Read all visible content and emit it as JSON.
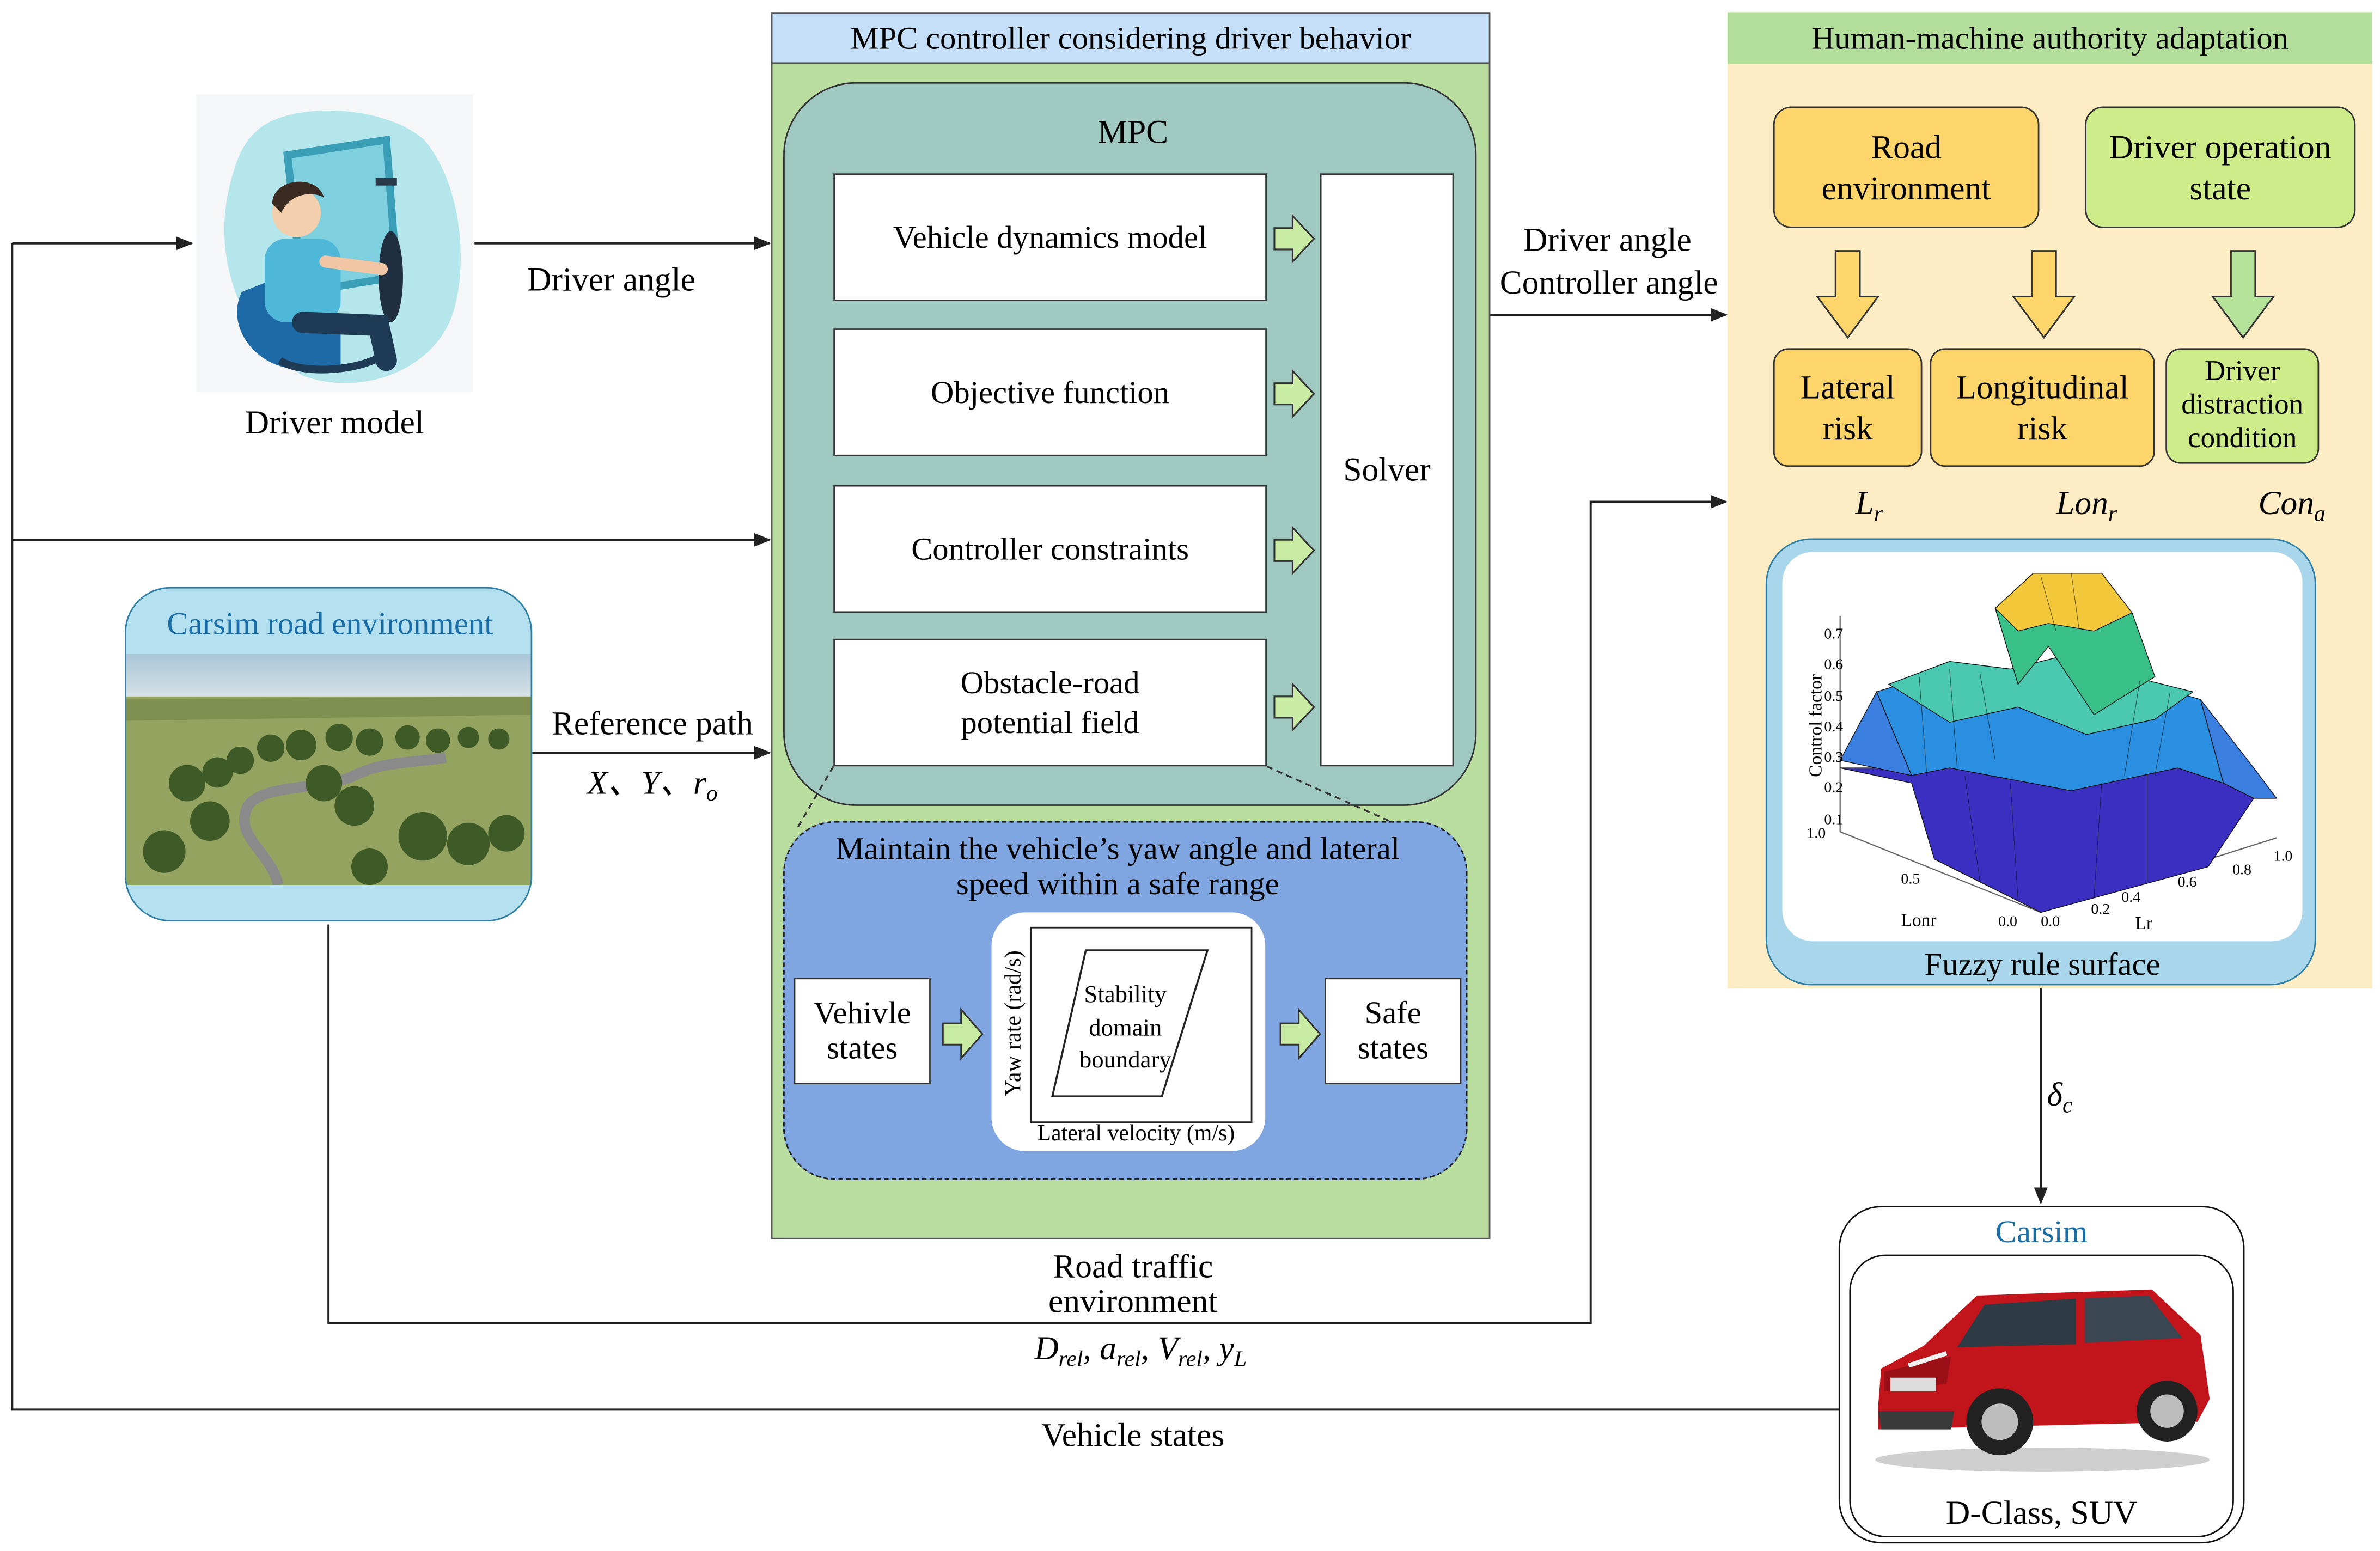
{
  "driver_model": {
    "label": "Driver model",
    "icon": "driver-at-wheel-icon"
  },
  "arrows": {
    "driver_angle": "Driver angle",
    "driver_angle_out": "Driver angle",
    "controller_angle": "Controller angle",
    "reference_path": "Reference path",
    "reference_vars": [
      "X",
      "Y",
      "r",
      "o"
    ],
    "road_traffic": "Road traffic environment",
    "road_traffic_vars": [
      "D",
      "rel",
      "a",
      "rel",
      "V",
      "rel",
      "y",
      "L"
    ],
    "vehicle_states": "Vehicle states",
    "delta": [
      "δ",
      "c"
    ]
  },
  "carsim_road": {
    "title": "Carsim road environment",
    "image": "winding-road-landscape-image"
  },
  "mpc_panel": {
    "title": "MPC controller considering driver behavior",
    "mpc_label": "MPC",
    "blocks": [
      "Vehicle dynamics model",
      "Objective function",
      "Controller constraints",
      "Obstacle-road potential field"
    ],
    "solver": "Solver",
    "stability": {
      "heading": "Maintain the vehicle’s yaw angle and lateral speed within a safe range",
      "input": "Vehivle states",
      "domain": "Stability domain boundary",
      "yaxis": "Yaw rate (rad/s)",
      "xaxis": "Lateral velocity (m/s)",
      "output": "Safe states"
    }
  },
  "authority_panel": {
    "title": "Human-machine authority adaptation",
    "road_env": "Road environment",
    "driver_state": "Driver operation state",
    "lateral": "Lateral risk",
    "longitudinal": "Longitudinal risk",
    "distraction": "Driver distraction condition",
    "lr": [
      "L",
      "r"
    ],
    "lonr": [
      "Lon",
      "r"
    ],
    "cona": [
      "Con",
      "a"
    ],
    "fuzzy_title": "Fuzzy rule surface",
    "fuzzy_axes": {
      "z_label": "Control factor",
      "z_ticks": [
        "0.7",
        "0.6",
        "0.5",
        "0.4",
        "0.3",
        "0.2",
        "0.1"
      ],
      "lonr_label": "Lonr",
      "lonr_ticks": [
        "1.0",
        "0.5",
        "0.0"
      ],
      "lr_label": "Lr",
      "lr_ticks": [
        "0.0",
        "0.2",
        "0.4",
        "0.6",
        "0.8",
        "1.0"
      ]
    }
  },
  "carsim": {
    "title": "Carsim",
    "caption": "D-Class, SUV",
    "image": "red-suv-image"
  },
  "colors": {
    "mpc_green": "#b9dea0",
    "mpc_teal": "#9ec8c0",
    "stability_blue": "#80a6e2",
    "title_blue": "#c6dff9",
    "authority_bg": "#fdecc4",
    "authority_header": "#b2dd9a",
    "yellow_box": "#fdd56a",
    "green_box": "#cfec8a",
    "fuzzy_border": "#a9d6ea",
    "carsim_blue": "#1a6ea8"
  }
}
